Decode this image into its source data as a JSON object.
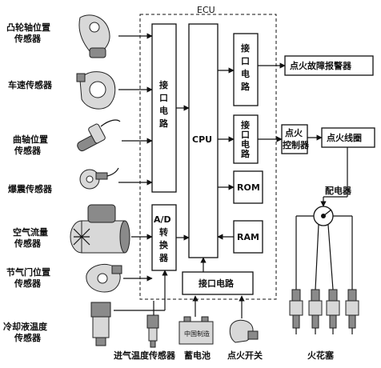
{
  "ecu": {
    "title": "ECU"
  },
  "sensors": {
    "cam": [
      "凸轮轴位置",
      "传感器"
    ],
    "speed": "车速传感器",
    "crank": [
      "曲轴位置",
      "传感器"
    ],
    "knock": "爆震传感器",
    "airflow": [
      "空气流量",
      "传感器"
    ],
    "throttle": [
      "节气门位置",
      "传感器"
    ],
    "coolant": [
      "冷却液温度",
      "传感器"
    ],
    "intake_temp": "进气温度传感器",
    "battery": "蓄电池",
    "battery_plate": "中国制造",
    "ignition_switch": "点火开关"
  },
  "blocks": {
    "interface_left": [
      "接",
      "口",
      "电",
      "路"
    ],
    "ad": [
      "A/D",
      "转",
      "换",
      "器"
    ],
    "cpu": "CPU",
    "interface_top": [
      "接",
      "口",
      "电",
      "路"
    ],
    "interface_mid": [
      "接",
      "口",
      "电",
      "路"
    ],
    "rom": "ROM",
    "ram": "RAM",
    "interface_bottom": "接口电路"
  },
  "outputs": {
    "alarm": "点火故障报警器",
    "igniter": [
      "点火",
      "控制器"
    ],
    "coil": "点火线圈",
    "distributor": "配电器",
    "spark_plug": "火花塞"
  }
}
